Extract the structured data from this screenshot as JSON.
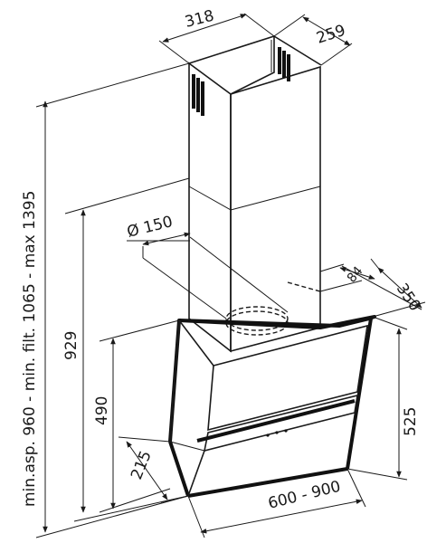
{
  "labels": {
    "chimney_width": "318",
    "chimney_depth": "259",
    "duct_diameter": "Ø 150",
    "outlet_offset": "84",
    "hood_depth": "350",
    "total_height_range": "min.asp. 960 - min. filt. 1065 - max 1395",
    "height_929": "929",
    "height_490": "490",
    "height_525": "525",
    "bottom_depth": "215",
    "hood_width": "600 - 900"
  }
}
